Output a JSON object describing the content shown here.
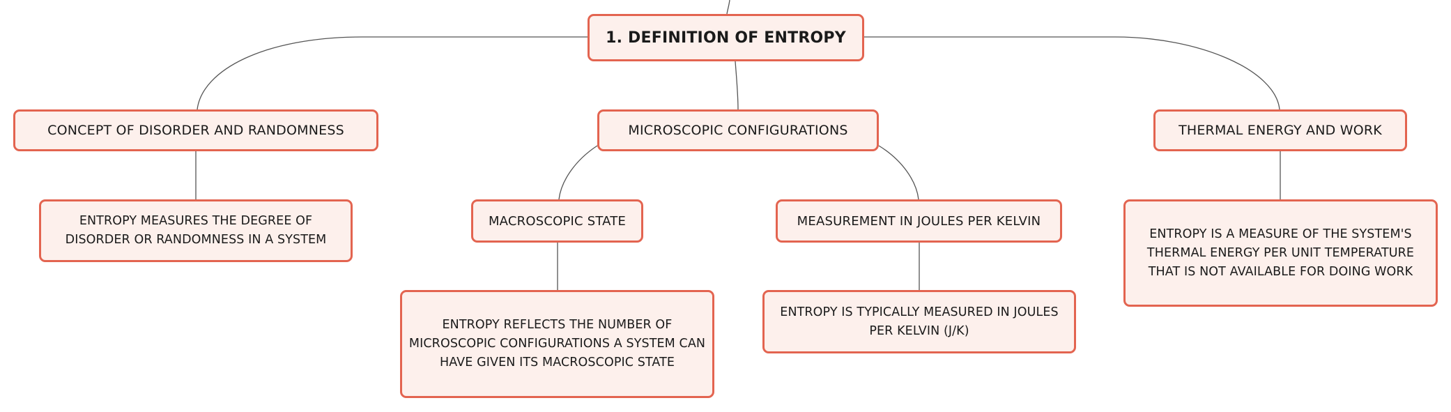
{
  "mindmap": {
    "root": {
      "label": "1. DEFINITION OF ENTROPY"
    },
    "branches": [
      {
        "label": "CONCEPT OF DISORDER AND RANDOMNESS",
        "children": [
          {
            "label": "ENTROPY MEASURES THE DEGREE OF DISORDER OR RANDOMNESS IN A SYSTEM"
          }
        ]
      },
      {
        "label": "MICROSCOPIC CONFIGURATIONS",
        "children": [
          {
            "label": "MACROSCOPIC STATE",
            "children": [
              {
                "label": "ENTROPY REFLECTS THE NUMBER OF MICROSCOPIC CONFIGURATIONS A SYSTEM CAN HAVE GIVEN ITS MACROSCOPIC STATE"
              }
            ]
          },
          {
            "label": "MEASUREMENT IN JOULES PER KELVIN",
            "children": [
              {
                "label": "ENTROPY IS TYPICALLY MEASURED IN JOULES PER KELVIN (J/K)"
              }
            ]
          }
        ]
      },
      {
        "label": "THERMAL ENERGY AND WORK",
        "children": [
          {
            "label": "ENTROPY IS A MEASURE OF THE SYSTEM'S THERMAL ENERGY PER UNIT TEMPERATURE THAT IS NOT AVAILABLE FOR DOING WORK"
          }
        ]
      }
    ]
  },
  "colors": {
    "node_fill": "#fdf0ec",
    "node_border": "#e36450",
    "connector": "#555555",
    "text": "#1a1a1a"
  }
}
